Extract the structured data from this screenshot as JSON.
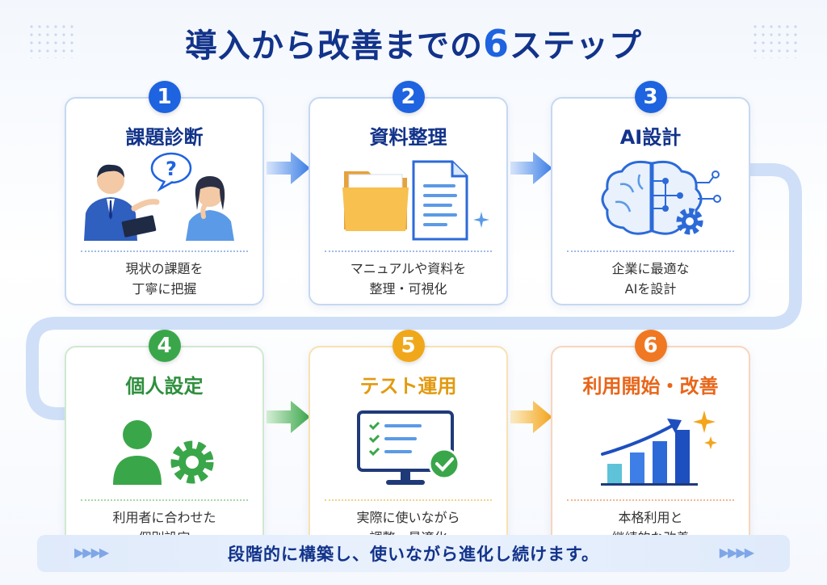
{
  "title": {
    "main": "導入から改善までの",
    "number": "6",
    "suffix": "ステップ"
  },
  "steps": [
    {
      "number": "1",
      "title": "課題診断",
      "desc1": "現状の課題を",
      "desc2": "丁寧に把握",
      "color": "#1e63e0",
      "question_mark": "?"
    },
    {
      "number": "2",
      "title": "資料整理",
      "desc1": "マニュアルや資料を",
      "desc2": "整理・可視化",
      "color": "#1e63e0"
    },
    {
      "number": "3",
      "title": "AI設計",
      "desc1": "企業に最適な",
      "desc2": "AIを設計",
      "color": "#1e63e0"
    },
    {
      "number": "4",
      "title": "個人設定",
      "desc1": "利用者に合わせた",
      "desc2": "個別設定",
      "color": "#3aa64a"
    },
    {
      "number": "5",
      "title": "テスト運用",
      "desc1": "実際に使いながら",
      "desc2": "調整・最適化",
      "color": "#f0a81a"
    },
    {
      "number": "6",
      "title": "利用開始・改善",
      "desc1": "本格利用と",
      "desc2": "継続的な改善",
      "color": "#f07822"
    }
  ],
  "footer": {
    "message": "段階的に構築し、使いながら進化し続けます。",
    "chevrons": "▶▶▶▶"
  }
}
